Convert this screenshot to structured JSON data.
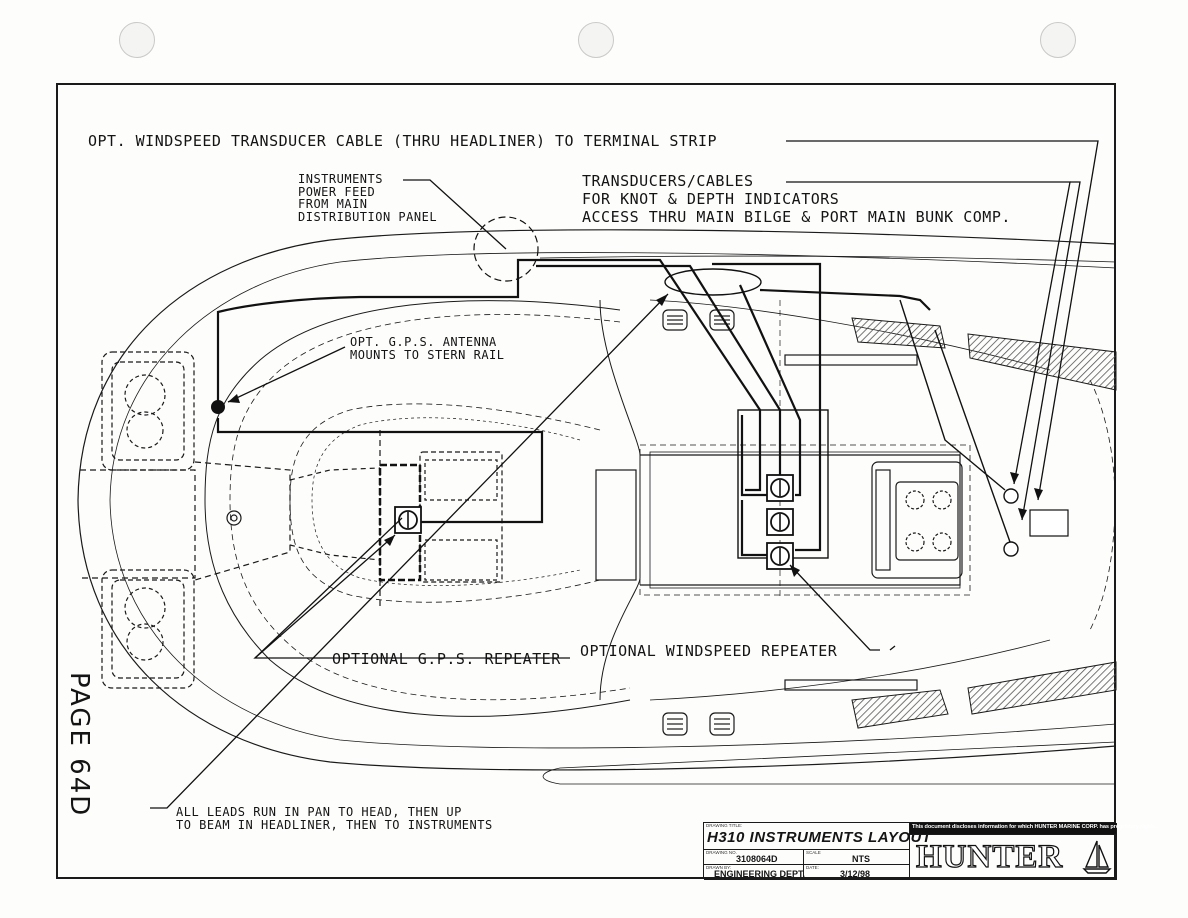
{
  "page": {
    "label": "PAGE 64D"
  },
  "callouts": {
    "windspeed_cable": "OPT. WINDSPEED TRANSDUCER CABLE (THRU HEADLINER) TO TERMINAL STRIP",
    "power_feed": [
      "INSTRUMENTS",
      "POWER FEED",
      "FROM MAIN",
      "DISTRIBUTION PANEL"
    ],
    "transducers": [
      "TRANSDUCERS/CABLES",
      "FOR KNOT & DEPTH INDICATORS",
      "ACCESS THRU MAIN BILGE & PORT MAIN BUNK COMP."
    ],
    "gps_antenna": [
      "OPT. G.P.S. ANTENNA",
      "MOUNTS TO STERN RAIL"
    ],
    "gps_repeater": "OPTIONAL G.P.S. REPEATER",
    "windspeed_repeater": "OPTIONAL WINDSPEED REPEATER",
    "leads": [
      "ALL LEADS RUN IN PAN TO HEAD, THEN UP",
      "TO BEAM IN HEADLINER, THEN TO INSTRUMENTS"
    ]
  },
  "title_block": {
    "drawing_title_caption": "DRAWING TITLE:",
    "drawing_title": "H310 INSTRUMENTS LAYOUT",
    "drawing_no_caption": "DRAWING NO.",
    "drawing_no": "3108064D",
    "scale_caption": "SCALE",
    "scale": "NTS",
    "drawn_by_caption": "DRAWN BY:",
    "drawn_by": "ENGINEERING DEPT.",
    "date_caption": "DATE:",
    "date": "3/12/98",
    "notice": "This document discloses information for which HUNTER MARINE CORP. has proprietary rights.",
    "logo": "HUNTER"
  },
  "colors": {
    "ink": "#141414",
    "paper": "#fdfdfc",
    "hatch": "#555555"
  }
}
